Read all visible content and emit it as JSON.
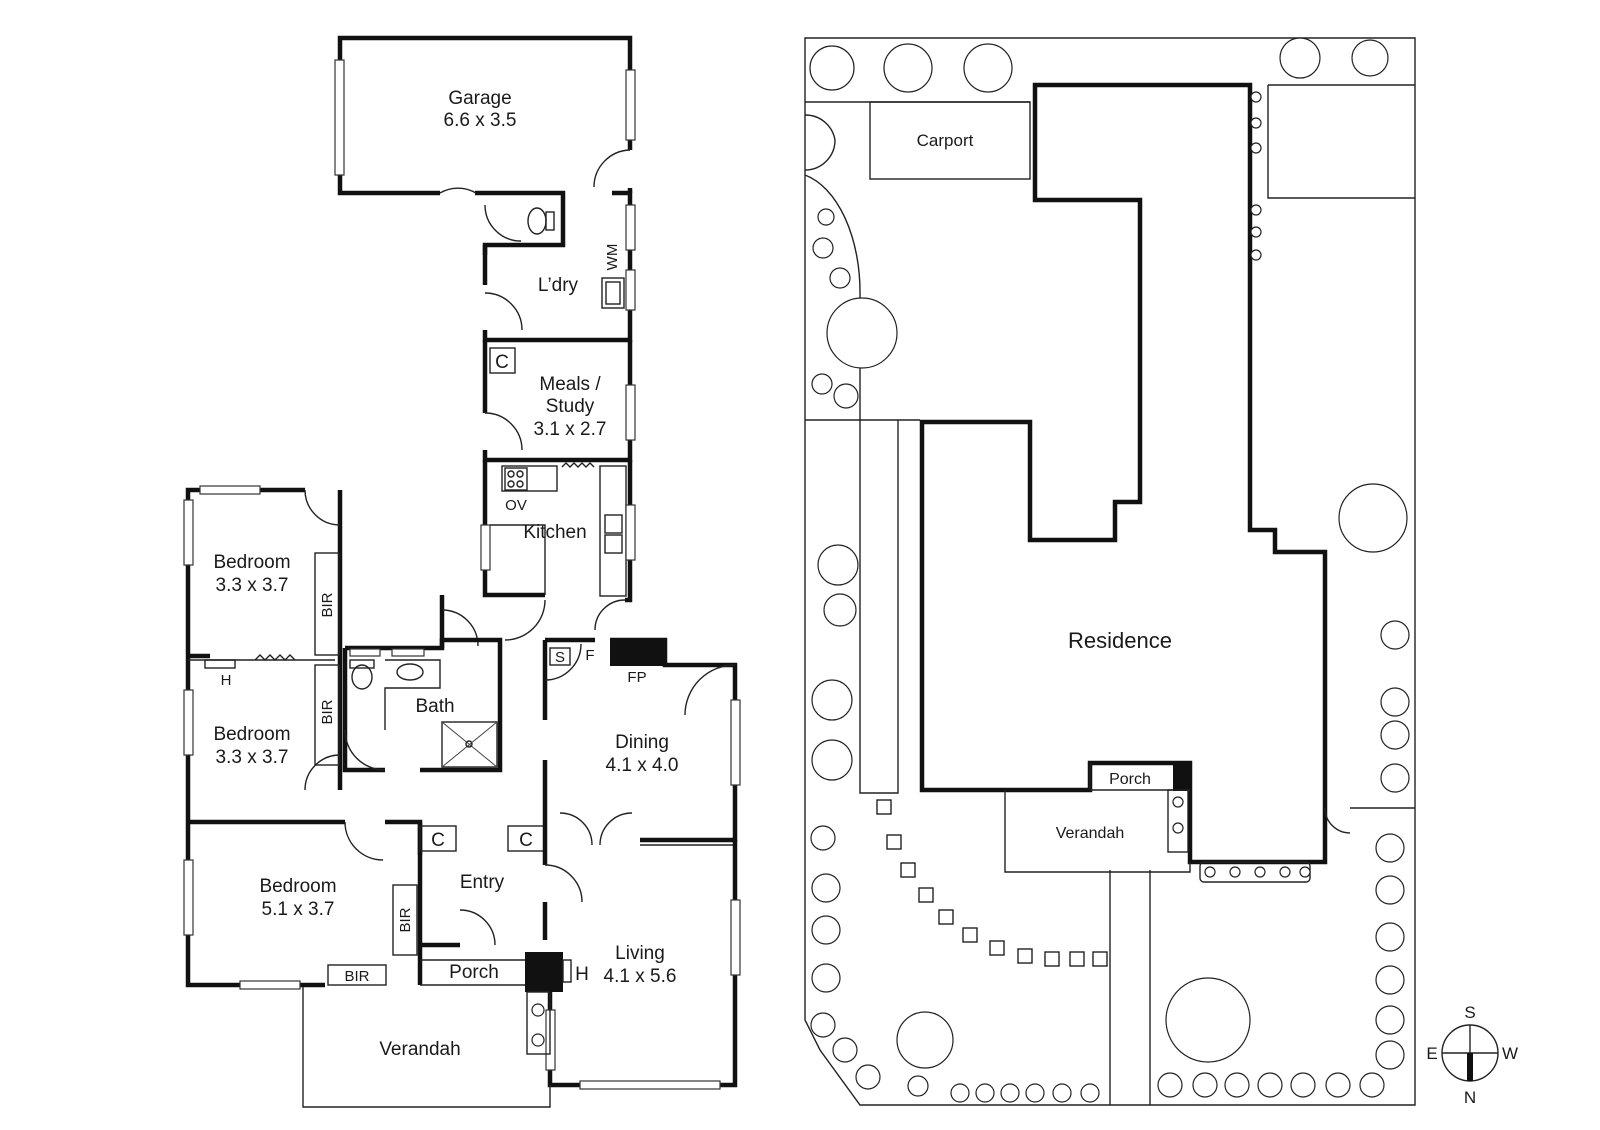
{
  "floor_plan": {
    "rooms": {
      "garage": {
        "name": "Garage",
        "size": "6.6 x 3.5"
      },
      "laundry": {
        "name": "L’dry"
      },
      "meals": {
        "name_line1": "Meals /",
        "name_line2": "Study",
        "size": "3.1 x 2.7"
      },
      "kitchen": {
        "name": "Kitchen"
      },
      "bedroom1": {
        "name": "Bedroom",
        "size": "3.3 x 3.7"
      },
      "bedroom2": {
        "name": "Bedroom",
        "size": "3.3 x 3.7"
      },
      "bedroom3": {
        "name": "Bedroom",
        "size": "5.1 x 3.7"
      },
      "bath": {
        "name": "Bath"
      },
      "dining": {
        "name": "Dining",
        "size": "4.1 x 4.0"
      },
      "entry": {
        "name": "Entry"
      },
      "living": {
        "name": "Living",
        "size": "4.1 x 5.6"
      },
      "porch": {
        "name": "Porch"
      },
      "verandah": {
        "name": "Verandah"
      }
    },
    "fixtures": {
      "wm": "WM",
      "cupboard": "C",
      "oven": "OV",
      "bir": "BIR",
      "heater": "H",
      "shelf": "S",
      "fridge": "F",
      "fireplace": "FP"
    }
  },
  "site_plan": {
    "labels": {
      "carport": "Carport",
      "residence": "Residence",
      "porch": "Porch",
      "verandah": "Verandah"
    },
    "compass": {
      "north": "N",
      "south": "S",
      "east": "E",
      "west": "W"
    }
  }
}
